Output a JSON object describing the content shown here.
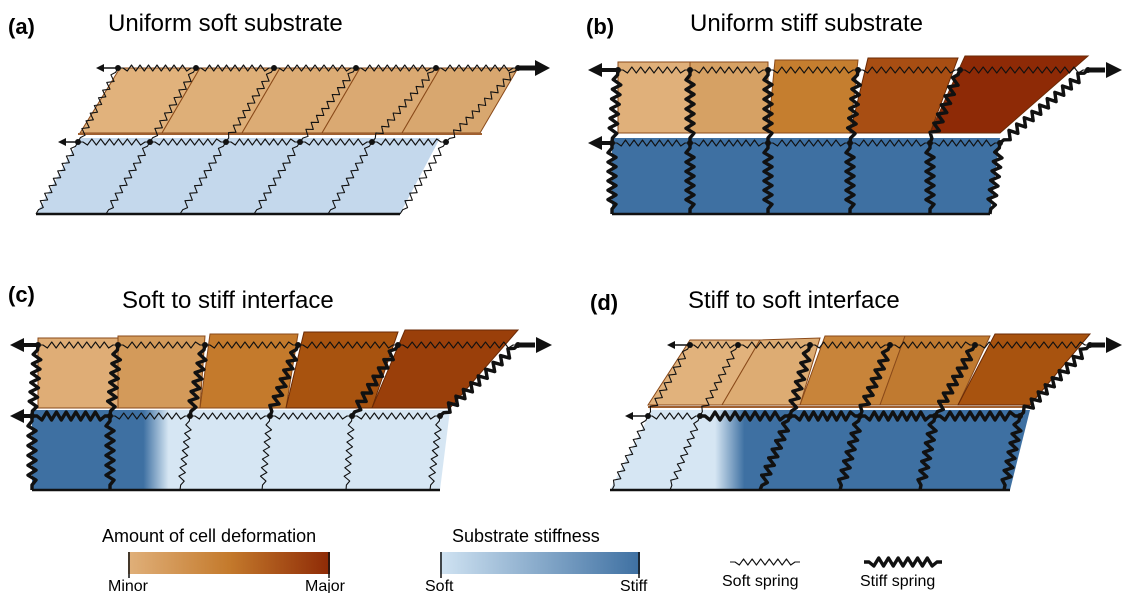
{
  "panels": [
    {
      "label": "(a)",
      "title": "Uniform soft substrate"
    },
    {
      "label": "(b)",
      "title": "Uniform stiff substrate"
    },
    {
      "label": "(c)",
      "title": "Soft to stiff interface"
    },
    {
      "label": "(d)",
      "title": "Stiff to soft interface"
    }
  ],
  "legend": {
    "deformation": {
      "title": "Amount of cell deformation",
      "min": "Minor",
      "max": "Major"
    },
    "stiffness": {
      "title": "Substrate stiffness",
      "min": "Soft",
      "max": "Stiff"
    },
    "soft_spring": "Soft spring",
    "stiff_spring": "Stiff spring"
  },
  "colors": {
    "deform_min": "#e0b07a",
    "deform_mid": "#c47a2c",
    "deform_max": "#8e2a06",
    "stiff_soft": "#d0e3f2",
    "stiff_stiff": "#3e70a2",
    "soft_substrate": "#c4d8ec",
    "spring": "#111111"
  }
}
